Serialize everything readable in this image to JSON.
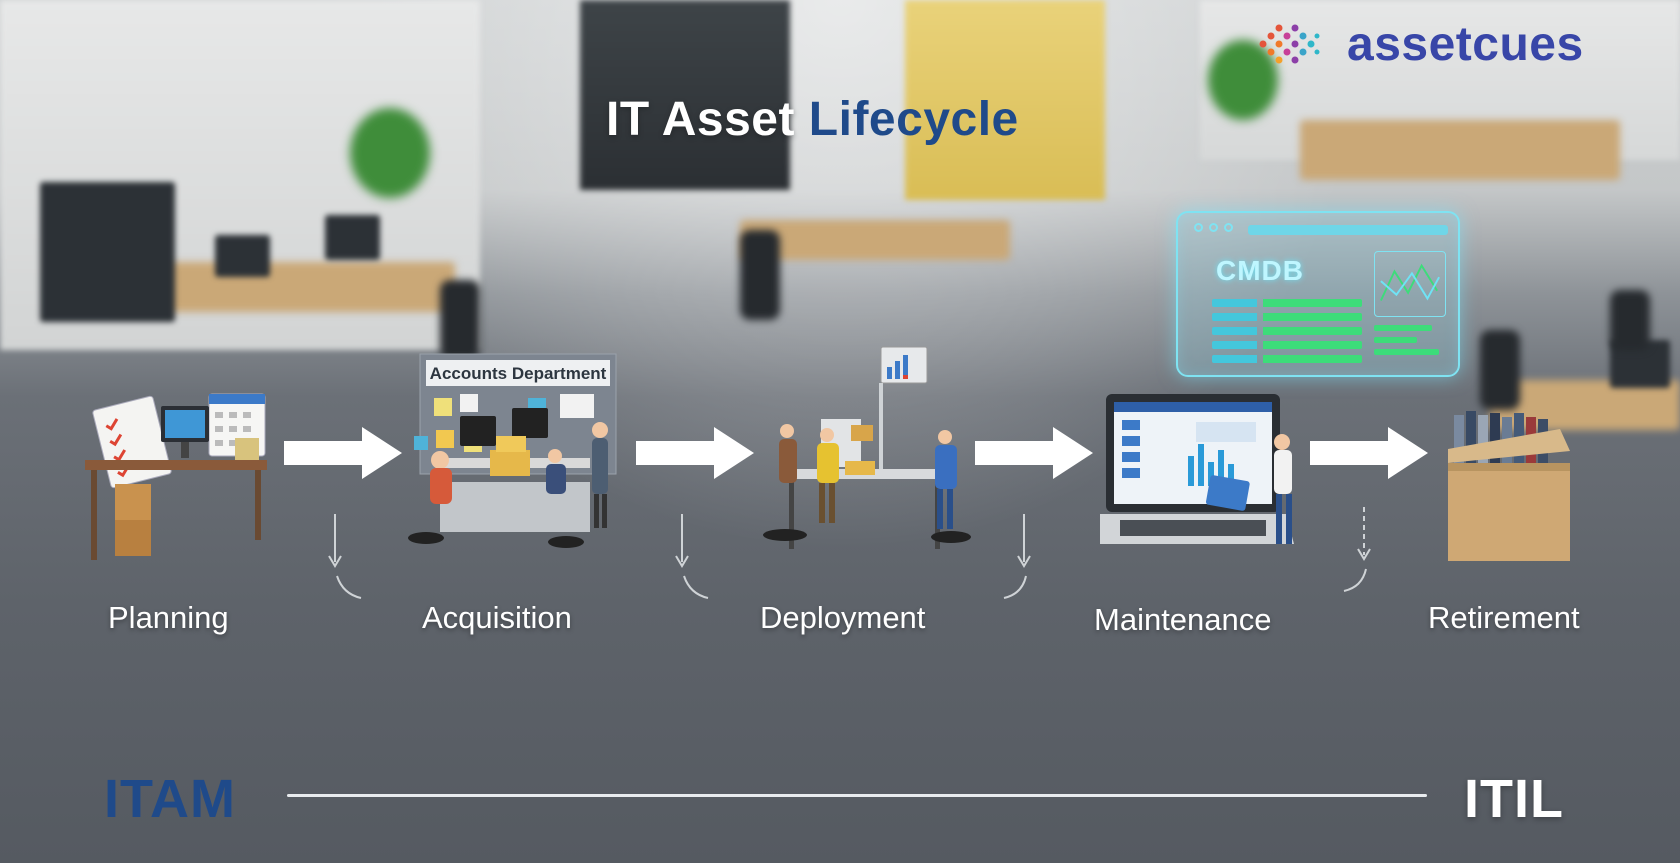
{
  "title": {
    "part1": "IT Asset ",
    "part2": "Lifecycle"
  },
  "brand": {
    "name": "assetcues"
  },
  "cmdb": {
    "label": "CMDB"
  },
  "board": {
    "label": "Accounts Department"
  },
  "stages": [
    {
      "label": "Planning"
    },
    {
      "label": "Acquisition"
    },
    {
      "label": "Deployment"
    },
    {
      "label": "Maintenance"
    },
    {
      "label": "Retirement"
    }
  ],
  "footer": {
    "left": "ITAM",
    "right": "ITIL"
  },
  "colors": {
    "brand_blue": "#3846a8",
    "title_blue": "#1f4a8a",
    "glow": "#7fe3f2"
  }
}
